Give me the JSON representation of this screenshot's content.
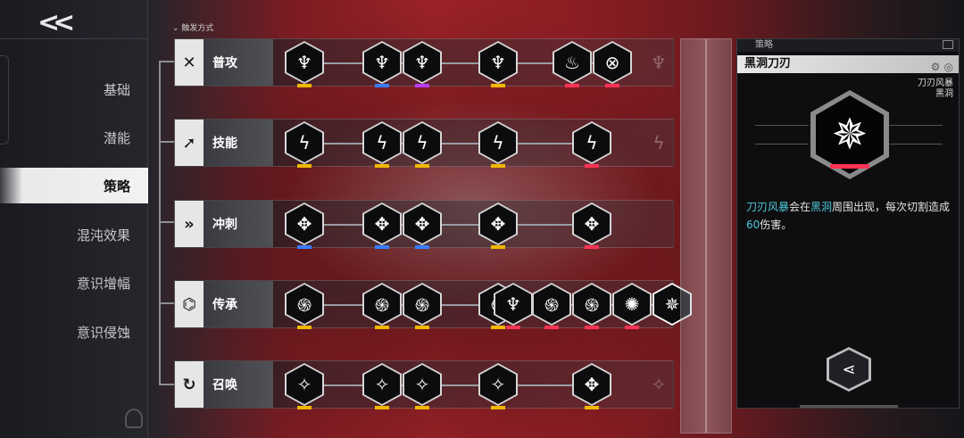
{
  "header": {
    "back_label": "<<"
  },
  "sidebar": {
    "items": [
      {
        "label": "基础",
        "active": false
      },
      {
        "label": "潜能",
        "active": false
      },
      {
        "label": "策略",
        "active": true
      },
      {
        "label": "混沌效果",
        "active": false
      },
      {
        "label": "意识增幅",
        "active": false
      },
      {
        "label": "意识侵蚀",
        "active": false
      }
    ]
  },
  "trigger": {
    "label": "触发方式"
  },
  "categories": [
    {
      "label": "普攻",
      "icon": "crossed-swords-icon"
    },
    {
      "label": "技能",
      "icon": "skill-slash-icon"
    },
    {
      "label": "冲刺",
      "icon": "dash-icon"
    },
    {
      "label": "传承",
      "icon": "dna-icon"
    },
    {
      "label": "召唤",
      "icon": "summon-icon"
    }
  ],
  "panel": {
    "header": "策略",
    "title": "黑洞刀刃",
    "tag_primary": "刀刃风暴",
    "tag_secondary": "黑洞",
    "desc_hl1": "刀刃风暴",
    "desc_p1": "会在",
    "desc_hl2": "黑洞",
    "desc_p2": "周围出现，每次切割造成",
    "desc_hl3": "60",
    "desc_p3": "伤害。"
  },
  "colors": {
    "yellow": "#f0b800",
    "blue": "#3a7dff",
    "purple": "#b93cff",
    "red": "#ff3355",
    "highlight": "#4fc9d8"
  }
}
